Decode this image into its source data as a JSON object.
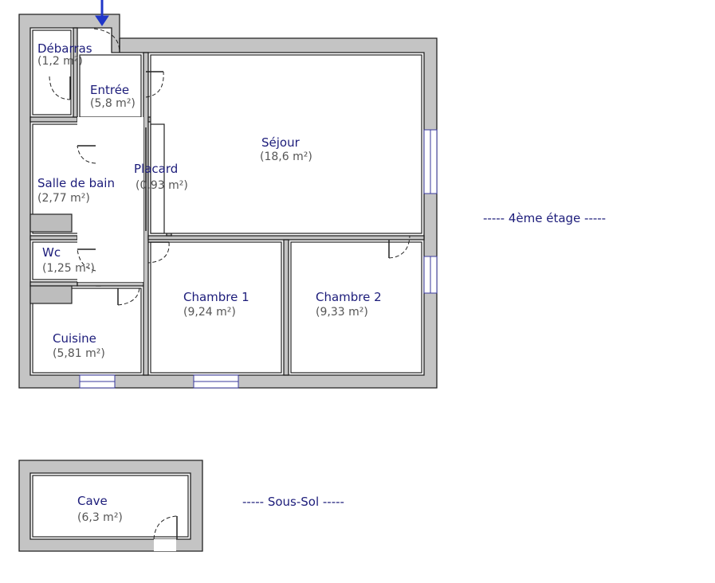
{
  "levels": {
    "upper": "----- 4ème étage -----",
    "basement": "----- Sous-Sol -----"
  },
  "rooms": {
    "debarras": {
      "name": "Débarras",
      "area": "(1,2 m²)"
    },
    "entree": {
      "name": "Entrée",
      "area": "(5,8 m²)"
    },
    "sejour": {
      "name": "Séjour",
      "area": "(18,6 m²)"
    },
    "placard": {
      "name": "Placard",
      "area": "(0,93 m²)"
    },
    "sdb": {
      "name": "Salle de bain",
      "area": "(2,77 m²)"
    },
    "wc": {
      "name": "Wc",
      "area": "(1,25 m²)"
    },
    "chambre1": {
      "name": "Chambre 1",
      "area": "(9,24 m²)"
    },
    "chambre2": {
      "name": "Chambre 2",
      "area": "(9,33 m²)"
    },
    "cuisine": {
      "name": "Cuisine",
      "area": "(5,81 m²)"
    },
    "cave": {
      "name": "Cave",
      "area": "(6,3 m²)"
    }
  },
  "colors": {
    "wall": "#c4c4c4",
    "label": "#1c1c7a",
    "area": "#555555",
    "entrance_arrow": "#1f36c8"
  }
}
